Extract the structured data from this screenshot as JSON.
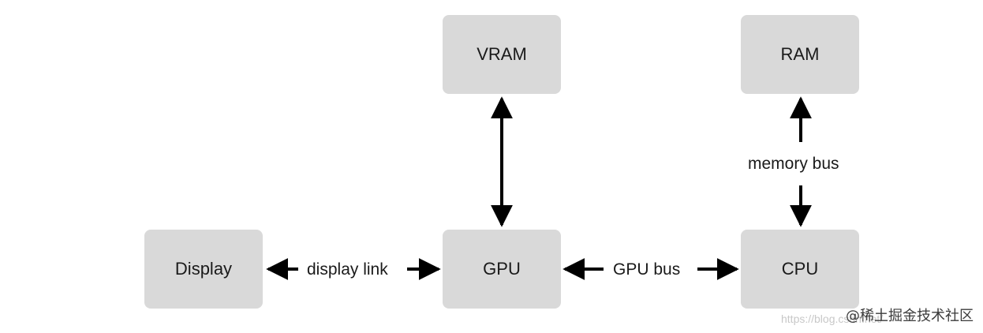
{
  "diagram": {
    "nodes": {
      "vram": "VRAM",
      "ram": "RAM",
      "display": "Display",
      "gpu": "GPU",
      "cpu": "CPU"
    },
    "edges": {
      "display_link": "display link",
      "gpu_bus": "GPU bus",
      "memory_bus": "memory bus"
    }
  },
  "watermark": {
    "url": "https://blog.csdn.net/",
    "brand": "@稀土掘金技术社区"
  },
  "colors": {
    "node_fill": "#d9d9d9",
    "arrow": "#000000",
    "background": "#ffffff"
  }
}
